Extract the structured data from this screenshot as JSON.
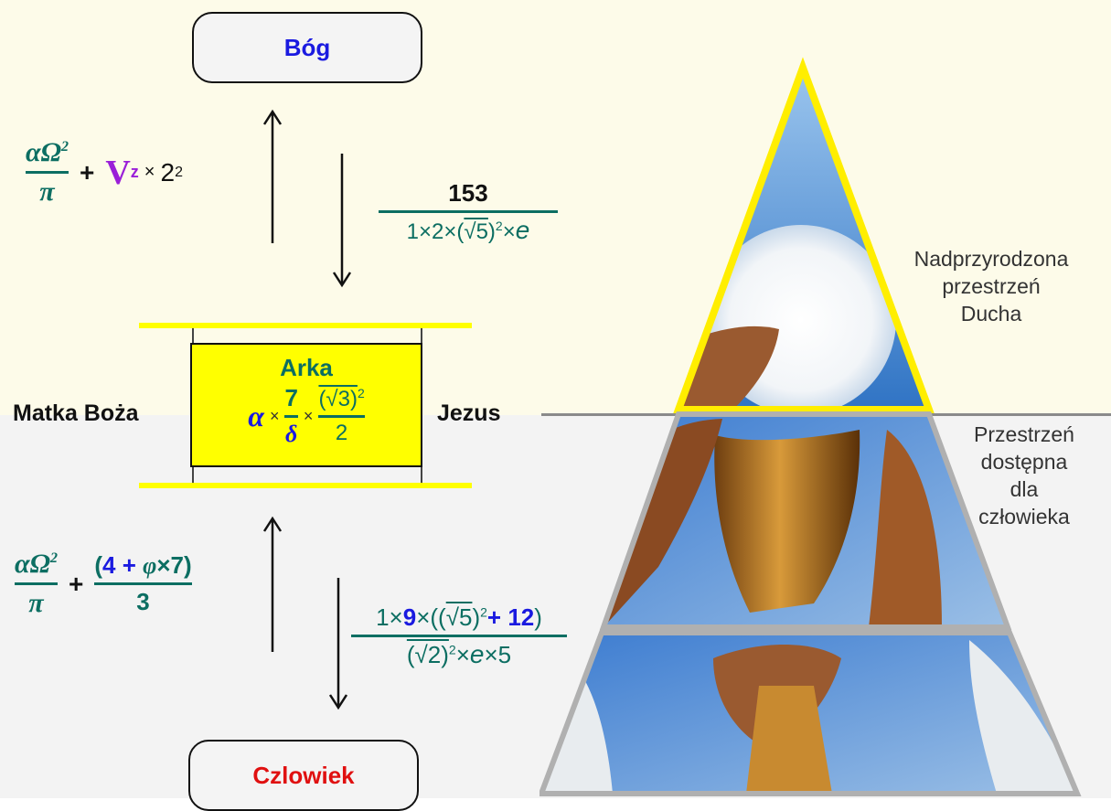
{
  "top_node": {
    "label": "Bóg",
    "color": "#1a1ae0"
  },
  "bottom_node": {
    "label": "Czlowiek",
    "color": "#e01010"
  },
  "formula_up_top": {
    "num": "αΩ",
    "num_exp": "2",
    "den": "π",
    "plus": "+",
    "v": "V",
    "v_sub": "z",
    "times": "×",
    "base": "2",
    "exp": "2",
    "v_color": "#9a1fd8"
  },
  "formula_down_top": {
    "num": "153",
    "den_a": "1×2×(",
    "den_root": "√5",
    "den_b": ")",
    "den_exp": "2",
    "den_c": "×",
    "den_e": "e"
  },
  "ark": {
    "title": "Arka",
    "alpha": "α",
    "times1": "×",
    "seven": "7",
    "delta": "δ",
    "times2": "×",
    "root": "(√3)",
    "root_exp": "2",
    "two": "2",
    "fill": "#ffff00"
  },
  "left_label": "Matka Boża",
  "right_label": "Jezus",
  "formula_up_bottom": {
    "num": "αΩ",
    "num_exp": "2",
    "den": "π",
    "plus": "+",
    "n_open": "(",
    "n_four": "4 + ",
    "n_phi": "φ",
    "n_rest": "×7)",
    "den2": "3"
  },
  "formula_down_bottom": {
    "num_a": "1×",
    "num_nine": "9",
    "num_b": "×((",
    "num_root": "√5",
    "num_c": ")",
    "num_exp": "2",
    "num_plus": "+ 12",
    "num_d": ")",
    "den_root": "(√2)",
    "den_exp": "2",
    "den_rest": "×",
    "den_e": "e",
    "den_five": "×5"
  },
  "pyramid": {
    "label_top": [
      "Nadprzyrodzona",
      "przestrzeń",
      "Ducha"
    ],
    "label_mid": [
      "Przestrzeń",
      "dostępna",
      "dla",
      "człowieka"
    ],
    "outline_top": "#ffee00",
    "outline_bottom": "#b0b0b0"
  },
  "colors": {
    "teal": "#0c6e62",
    "blue_accent": "#1a1ae0"
  }
}
